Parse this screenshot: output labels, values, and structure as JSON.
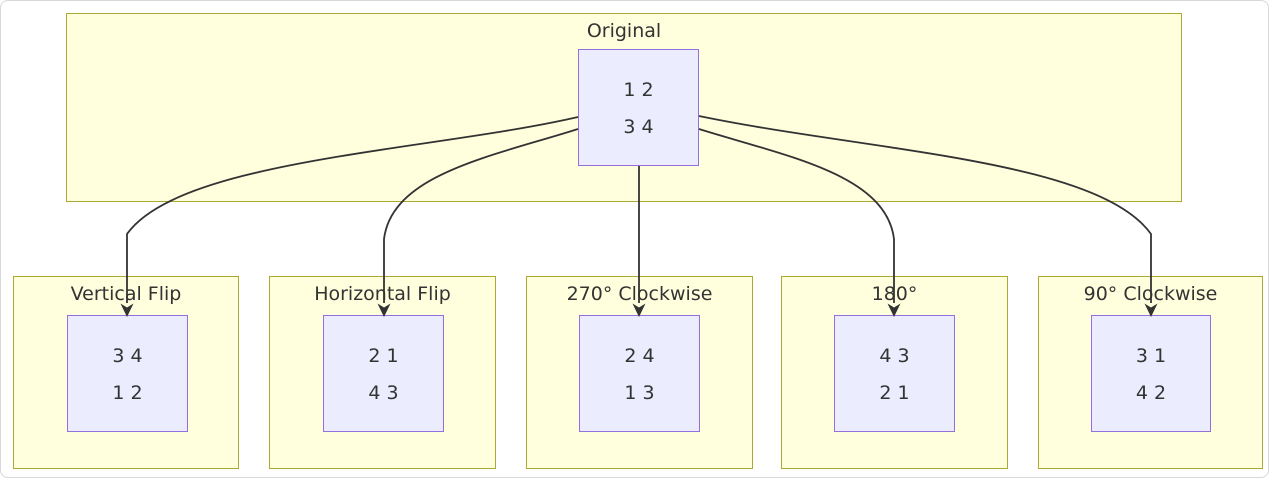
{
  "diagram": {
    "original": {
      "title": "Original",
      "matrix_row1": "1 2",
      "matrix_row2": "3 4"
    },
    "transforms": [
      {
        "title": "Vertical Flip",
        "matrix_row1": "3 4",
        "matrix_row2": "1 2"
      },
      {
        "title": "Horizontal Flip",
        "matrix_row1": "2 1",
        "matrix_row2": "4 3"
      },
      {
        "title": "270° Clockwise",
        "matrix_row1": "2 4",
        "matrix_row2": "1 3"
      },
      {
        "title": "180°",
        "matrix_row1": "4 3",
        "matrix_row2": "2 1"
      },
      {
        "title": "90° Clockwise",
        "matrix_row1": "3 1",
        "matrix_row2": "4 2"
      }
    ],
    "colors": {
      "cluster_fill": "#ffffde",
      "cluster_border": "#aaaa33",
      "node_fill": "#ececff",
      "node_border": "#9370db",
      "edge": "#333333",
      "text": "#333333"
    }
  }
}
